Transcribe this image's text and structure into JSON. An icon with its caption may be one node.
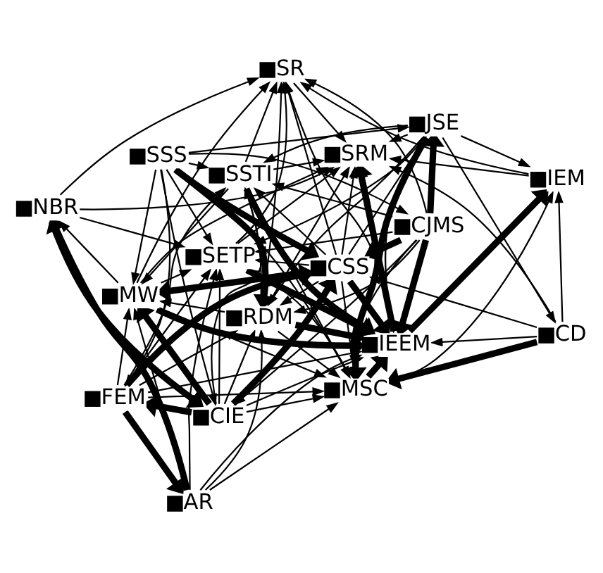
{
  "diagram": {
    "nodes": [
      {
        "text": [
          "SSS"
        ]
      },
      {
        "text": [
          "CJMS"
        ]
      },
      {
        "text": [
          "CIE"
        ]
      },
      {
        "text": [
          "CSS"
        ]
      },
      {
        "text": [
          "JSE"
        ]
      },
      {
        "text": [
          "FEM"
        ]
      },
      {
        "text": [
          "SSTI"
        ]
      },
      {
        "text": [
          "RDM"
        ]
      },
      {
        "text": [
          "AR"
        ]
      },
      {
        "text": [
          "MW"
        ]
      },
      {
        "text": [
          "CD"
        ]
      },
      {
        "text": [
          "MSC"
        ]
      },
      {
        "text": [
          "IEEM"
        ]
      },
      {
        "text": [
          "IEM"
        ]
      },
      {
        "text": [
          "NBR"
        ]
      },
      {
        "text": [
          "SETP"
        ]
      },
      {
        "text": [
          "SRM"
        ]
      },
      {
        "text": [
          "SR"
        ]
      }
    ],
    "edges": [
      {
        "from": 0,
        "to": 2,
        "arrow": "to"
      },
      {
        "from": 0,
        "to": 1,
        "arrow": "to"
      },
      {
        "from": 0,
        "to": 5,
        "arrow": "to"
      },
      {
        "from": 0,
        "to": 6,
        "arrow": "to"
      },
      {
        "from": 0,
        "to": 4,
        "arrow": "to"
      },
      {
        "from": 0,
        "to": 9,
        "arrow": "to"
      },
      {
        "from": 0,
        "to": 11,
        "arrow": "to"
      },
      {
        "from": 0,
        "to": 15,
        "arrow": "to"
      },
      {
        "from": 0,
        "to": 3,
        "arrow": "to",
        "style": "thick"
      },
      {
        "from": 0,
        "to": 7,
        "arrow": "to",
        "style": "thick"
      },
      {
        "from": 1,
        "to": 2,
        "arrow": "to"
      },
      {
        "from": 1,
        "to": 3,
        "arrow": "to",
        "style": "thick"
      },
      {
        "from": 1,
        "to": 4,
        "arrow": "to",
        "style": "thick"
      },
      {
        "from": 1,
        "to": 6,
        "arrow": "to"
      },
      {
        "from": 1,
        "to": 11,
        "arrow": "to"
      },
      {
        "from": 1,
        "to": 7,
        "arrow": "to"
      },
      {
        "from": 1,
        "to": 15,
        "arrow": "to"
      },
      {
        "from": 1,
        "to": 17,
        "arrow": "to"
      },
      {
        "from": 1,
        "to": 12,
        "arrow": "to",
        "style": "thick"
      },
      {
        "from": 2,
        "to": 3,
        "arrow": "to",
        "style": "thick"
      },
      {
        "from": 2,
        "to": 6,
        "arrow": "to"
      },
      {
        "from": 2,
        "to": 7,
        "arrow": "to"
      },
      {
        "from": 2,
        "to": 11,
        "arrow": "to"
      },
      {
        "from": 2,
        "to": 12,
        "arrow": "to"
      },
      {
        "from": 2,
        "to": 15,
        "arrow": "to"
      },
      {
        "from": 2,
        "to": 9,
        "arrow": "to",
        "style": "thick"
      },
      {
        "from": 2,
        "to": 5,
        "arrow": "to",
        "style": "thick"
      },
      {
        "from": 3,
        "to": 4,
        "arrow": "to"
      },
      {
        "from": 3,
        "to": 6,
        "arrow": "to"
      },
      {
        "from": 3,
        "to": 7,
        "arrow": "to"
      },
      {
        "from": 3,
        "to": 9,
        "arrow": "to",
        "style": "thick"
      },
      {
        "from": 3,
        "to": 11,
        "arrow": "to"
      },
      {
        "from": 3,
        "to": 12,
        "arrow": "to",
        "style": "thick"
      },
      {
        "from": 3,
        "to": 15,
        "arrow": "to"
      },
      {
        "from": 3,
        "to": 16,
        "arrow": "to"
      },
      {
        "from": 3,
        "to": 17,
        "arrow": "to"
      },
      {
        "from": 5,
        "to": 3,
        "arrow": "to",
        "style": "thick"
      },
      {
        "from": 4,
        "to": 6,
        "arrow": "to"
      },
      {
        "from": 4,
        "to": 11,
        "arrow": "to",
        "style": "thick"
      },
      {
        "from": 4,
        "to": 10,
        "arrow": "to"
      },
      {
        "from": 4,
        "to": 13,
        "arrow": "to"
      },
      {
        "from": 4,
        "to": 12,
        "arrow": "to"
      },
      {
        "from": 4,
        "to": 7,
        "arrow": "to"
      },
      {
        "from": 4,
        "to": 15,
        "arrow": "to"
      },
      {
        "from": 4,
        "to": 16,
        "arrow": "to"
      },
      {
        "from": 5,
        "to": 8,
        "arrow": "to",
        "style": "thick"
      },
      {
        "from": 5,
        "to": 9,
        "arrow": "to"
      },
      {
        "from": 5,
        "to": 6,
        "arrow": "to"
      },
      {
        "from": 5,
        "to": 7,
        "arrow": "to"
      },
      {
        "from": 5,
        "to": 12,
        "arrow": "to"
      },
      {
        "from": 5,
        "to": 15,
        "arrow": "to"
      },
      {
        "from": 5,
        "to": 11,
        "arrow": "to"
      },
      {
        "from": 6,
        "to": 7,
        "arrow": "to"
      },
      {
        "from": 6,
        "to": 12,
        "arrow": "to",
        "style": "thick"
      },
      {
        "from": 6,
        "to": 11,
        "arrow": "to"
      },
      {
        "from": 6,
        "to": 17,
        "arrow": "to"
      },
      {
        "from": 6,
        "to": 16,
        "arrow": "to"
      },
      {
        "from": 6,
        "to": 9,
        "arrow": "to"
      },
      {
        "from": 7,
        "to": 12,
        "arrow": "to",
        "style": "thick"
      },
      {
        "from": 7,
        "to": 9,
        "arrow": "to"
      },
      {
        "from": 7,
        "to": 17,
        "arrow": "to"
      },
      {
        "from": 7,
        "to": 11,
        "arrow": "to"
      },
      {
        "from": 7,
        "to": 16,
        "arrow": "to"
      },
      {
        "from": 8,
        "to": 9,
        "arrow": "to"
      },
      {
        "from": 8,
        "to": 14,
        "arrow": "to",
        "style": "thick"
      },
      {
        "from": 8,
        "to": 12,
        "arrow": "to"
      },
      {
        "from": 8,
        "to": 15,
        "arrow": "to"
      },
      {
        "from": 8,
        "to": 11,
        "arrow": "to"
      },
      {
        "from": 8,
        "to": 7,
        "arrow": "to"
      },
      {
        "from": 9,
        "to": 12,
        "arrow": "to",
        "style": "thick"
      },
      {
        "from": 9,
        "to": 15,
        "arrow": "to"
      },
      {
        "from": 9,
        "to": 14,
        "arrow": "to"
      },
      {
        "from": 9,
        "to": 11,
        "arrow": "to"
      },
      {
        "from": 9,
        "to": 16,
        "arrow": "to"
      },
      {
        "from": 9,
        "to": 17,
        "arrow": "to"
      },
      {
        "from": 10,
        "to": 11,
        "arrow": "to",
        "style": "thick"
      },
      {
        "from": 10,
        "to": 12,
        "arrow": "to"
      },
      {
        "from": 10,
        "to": 13,
        "arrow": "to"
      },
      {
        "from": 10,
        "to": 16,
        "arrow": "to"
      },
      {
        "from": 10,
        "to": 3,
        "arrow": "to"
      },
      {
        "from": 11,
        "to": 12,
        "arrow": "to",
        "style": "thick"
      },
      {
        "from": 11,
        "to": 13,
        "arrow": "to"
      },
      {
        "from": 11,
        "to": 16,
        "arrow": "to"
      },
      {
        "from": 11,
        "to": 15,
        "arrow": "to"
      },
      {
        "from": 12,
        "to": 13,
        "arrow": "to",
        "style": "thick"
      },
      {
        "from": 12,
        "to": 16,
        "arrow": "to",
        "style": "thick"
      },
      {
        "from": 15,
        "to": 12,
        "arrow": "to",
        "style": "thick"
      },
      {
        "from": 12,
        "to": 17,
        "arrow": "to"
      },
      {
        "from": 13,
        "to": 16,
        "arrow": "to"
      },
      {
        "from": 13,
        "to": 17,
        "arrow": "to"
      },
      {
        "from": 14,
        "to": 15,
        "arrow": "to"
      },
      {
        "from": 14,
        "to": 16,
        "arrow": "to"
      },
      {
        "from": 14,
        "to": 17,
        "arrow": "to"
      },
      {
        "from": 14,
        "to": 2,
        "arrow": "to",
        "style": "thick"
      },
      {
        "from": 15,
        "to": 16,
        "arrow": "to"
      },
      {
        "from": 15,
        "to": 17,
        "arrow": "to"
      },
      {
        "from": 17,
        "to": 16,
        "arrow": "to"
      }
    ]
  }
}
